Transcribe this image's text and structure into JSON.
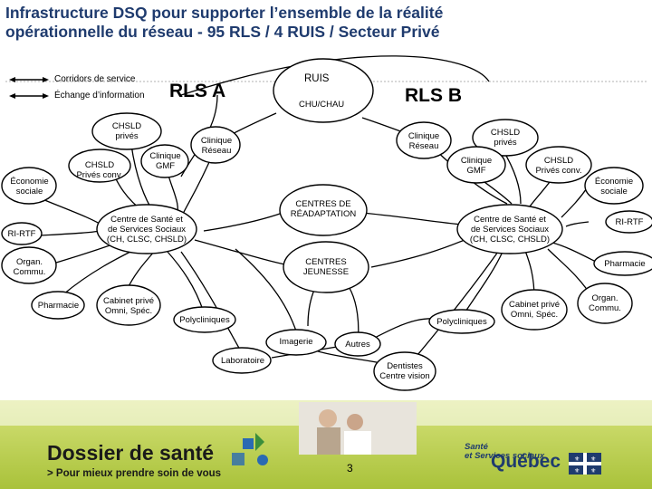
{
  "title": {
    "line1": "Infrastructure DSQ pour supporter l’ensemble de la réalité",
    "line2": "opérationnelle du réseau - 95 RLS / 4 RUIS / Secteur Privé"
  },
  "legend": {
    "corridors": "Corridors de service",
    "echange": "Échange d’information"
  },
  "labels": {
    "rls_a": "RLS A",
    "rls_b": "RLS B",
    "ruis": "RUIS",
    "chu_chau": "CHU/CHAU",
    "chsld_prives_a": [
      "CHSLD",
      "privés"
    ],
    "chsld_prives_conv_a": [
      "CHSLD",
      "Privés conv."
    ],
    "clinique_gmf_a": [
      "Clinique",
      "GMF"
    ],
    "clinique_reseau_a": [
      "Clinique",
      "Réseau"
    ],
    "economie_sociale_a": [
      "Économie",
      "sociale"
    ],
    "ri_rtf_a": "RI-RTF",
    "organ_commu_a": [
      "Organ.",
      "Commu."
    ],
    "pharmacie_a": "Pharmacie",
    "cabinet_a": [
      "Cabinet privé",
      "Omni, Spéc."
    ],
    "polycliniques_a": "Polycliniques",
    "csss_a": [
      "Centre de Santé et",
      "de Services Sociaux",
      "(CH, CLSC, CHSLD)"
    ],
    "centres_readaptation": [
      "CENTRES DE",
      "RÉADAPTATION"
    ],
    "centres_jeunesse": [
      "CENTRES",
      "JEUNESSE"
    ],
    "imagerie": "Imagerie",
    "autres": "Autres",
    "laboratoire": "Laboratoire",
    "dentistes": [
      "Dentistes",
      "Centre vision"
    ],
    "clinique_reseau_b": [
      "Clinique",
      "Réseau"
    ],
    "chsld_prives_b": [
      "CHSLD",
      "privés"
    ],
    "clinique_gmf_b": [
      "Clinique",
      "GMF"
    ],
    "chsld_prives_conv_b": [
      "CHSLD",
      "Privés conv."
    ],
    "economie_sociale_b": [
      "Économie",
      "sociale"
    ],
    "csss_b": [
      "Centre de Santé et",
      "de Services Sociaux",
      "(CH, CLSC, CHSLD)"
    ],
    "ri_rtf_b": "RI-RTF",
    "pharmacie_b": "Pharmacie",
    "polycliniques_b": "Polycliniques",
    "cabinet_b": [
      "Cabinet privé",
      "Omni, Spéc."
    ],
    "organ_commu_b": [
      "Organ.",
      "Commu."
    ]
  },
  "footer": {
    "brand": "Dossier de santé",
    "tagline": "> Pour mieux prendre soin de vous",
    "ministry": [
      "Santé",
      "et Services sociaux"
    ],
    "province": "Québec",
    "page_number": "3"
  },
  "colors": {
    "ellipse_fill": "#ffffff",
    "ellipse_stroke": "#000000",
    "title": "#1f3b6e",
    "footer_green": "#a9c23a",
    "footer_dark_green": "#6e8a1a",
    "quebec_blue": "#1f3b6e"
  }
}
